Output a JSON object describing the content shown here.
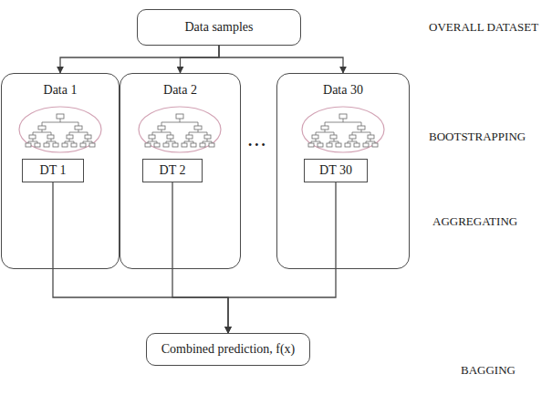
{
  "diagram": {
    "nodes": [
      {
        "text": [
          "Data samples"
        ]
      },
      {
        "text": [
          "Data 1"
        ]
      },
      {
        "text": [
          "DT 1"
        ],
        "in": 1
      },
      {
        "text": [
          "Data 2"
        ]
      },
      {
        "text": [
          "DT 2"
        ],
        "in": 3
      },
      {
        "text": [
          "Data 30"
        ]
      },
      {
        "text": [
          "DT 30"
        ],
        "in": 5
      },
      {
        "text": [
          "Combined prediction, f(x)"
        ]
      }
    ],
    "edges": [
      {
        "from": 0,
        "to": 1,
        "arrow": "to"
      },
      {
        "from": 0,
        "to": 3,
        "arrow": "to"
      },
      {
        "from": 0,
        "to": 5,
        "arrow": "to"
      },
      {
        "from": 2,
        "to": 7,
        "arrow": "to"
      },
      {
        "from": 4,
        "to": 7,
        "arrow": "to"
      },
      {
        "from": 6,
        "to": 7,
        "arrow": "to"
      }
    ],
    "labels": [
      "OVERALL DATASET",
      "BOOTSTRAPPING",
      "AGGREGATING",
      "BAGGING",
      "•••"
    ]
  }
}
